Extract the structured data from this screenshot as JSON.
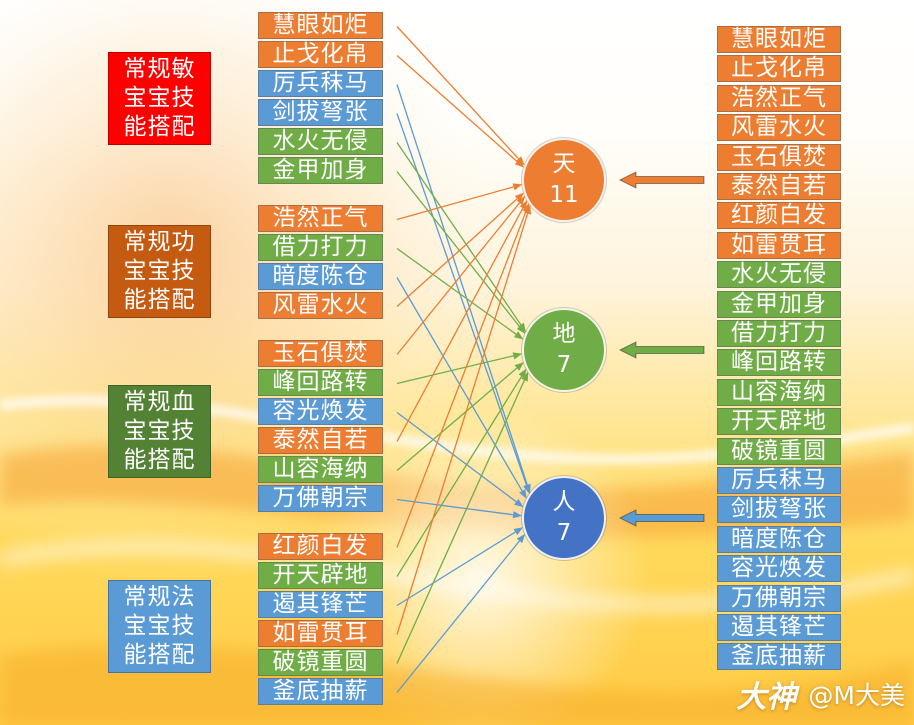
{
  "categories": [
    {
      "lines": [
        "常规敏",
        "宝宝技",
        "能搭配"
      ],
      "color": "#FF0000"
    },
    {
      "lines": [
        "常规功",
        "宝宝技",
        "能搭配"
      ],
      "color": "#C55A11"
    },
    {
      "lines": [
        "常规血",
        "宝宝技",
        "能搭配"
      ],
      "color": "#548235"
    },
    {
      "lines": [
        "常规法",
        "宝宝技",
        "能搭配"
      ],
      "color": "#5B9BD5"
    }
  ],
  "left_skills": [
    {
      "label": "慧眼如炬",
      "color": "#ED7D31",
      "to": 0
    },
    {
      "label": "止戈化帛",
      "color": "#ED7D31",
      "to": 0
    },
    {
      "label": "厉兵秣马",
      "color": "#5B9BD5",
      "to": 2
    },
    {
      "label": "剑拔弩张",
      "color": "#5B9BD5",
      "to": 2
    },
    {
      "label": "水火无侵",
      "color": "#70AD47",
      "to": 1
    },
    {
      "label": "金甲加身",
      "color": "#70AD47",
      "to": 1
    },
    {
      "label": "浩然正气",
      "color": "#ED7D31",
      "to": 0
    },
    {
      "label": "借力打力",
      "color": "#70AD47",
      "to": 1
    },
    {
      "label": "暗度陈仓",
      "color": "#5B9BD5",
      "to": 2
    },
    {
      "label": "风雷水火",
      "color": "#ED7D31",
      "to": 0
    },
    {
      "label": "玉石俱焚",
      "color": "#ED7D31",
      "to": 0
    },
    {
      "label": "峰回路转",
      "color": "#70AD47",
      "to": 1
    },
    {
      "label": "容光焕发",
      "color": "#5B9BD5",
      "to": 2
    },
    {
      "label": "泰然自若",
      "color": "#ED7D31",
      "to": 0
    },
    {
      "label": "山容海纳",
      "color": "#70AD47",
      "to": 1
    },
    {
      "label": "万佛朝宗",
      "color": "#5B9BD5",
      "to": 2
    },
    {
      "label": "红颜白发",
      "color": "#ED7D31",
      "to": 0
    },
    {
      "label": "开天辟地",
      "color": "#70AD47",
      "to": 1
    },
    {
      "label": "遏其锋芒",
      "color": "#5B9BD5",
      "to": 2
    },
    {
      "label": "如雷贯耳",
      "color": "#ED7D31",
      "to": 0
    },
    {
      "label": "破镜重圆",
      "color": "#70AD47",
      "to": 1
    },
    {
      "label": "釜底抽薪",
      "color": "#5B9BD5",
      "to": 2
    }
  ],
  "nodes": [
    {
      "name": "天",
      "count": "11",
      "color": "#ED7D31",
      "arrow_color": "#ED7D31"
    },
    {
      "name": "地",
      "count": "7",
      "color": "#70AD47",
      "arrow_color": "#70AD47"
    },
    {
      "name": "人",
      "count": "7",
      "color": "#4472C4",
      "arrow_color": "#5B9BD5"
    }
  ],
  "right_skills": [
    {
      "label": "慧眼如炬",
      "color": "#ED7D31"
    },
    {
      "label": "止戈化帛",
      "color": "#ED7D31"
    },
    {
      "label": "浩然正气",
      "color": "#ED7D31"
    },
    {
      "label": "风雷水火",
      "color": "#ED7D31"
    },
    {
      "label": "玉石俱焚",
      "color": "#ED7D31"
    },
    {
      "label": "泰然自若",
      "color": "#ED7D31"
    },
    {
      "label": "红颜白发",
      "color": "#ED7D31"
    },
    {
      "label": "如雷贯耳",
      "color": "#ED7D31"
    },
    {
      "label": "水火无侵",
      "color": "#70AD47"
    },
    {
      "label": "金甲加身",
      "color": "#70AD47"
    },
    {
      "label": "借力打力",
      "color": "#70AD47"
    },
    {
      "label": "峰回路转",
      "color": "#70AD47"
    },
    {
      "label": "山容海纳",
      "color": "#70AD47"
    },
    {
      "label": "开天辟地",
      "color": "#70AD47"
    },
    {
      "label": "破镜重圆",
      "color": "#70AD47"
    },
    {
      "label": "厉兵秣马",
      "color": "#5B9BD5"
    },
    {
      "label": "剑拔弩张",
      "color": "#5B9BD5"
    },
    {
      "label": "暗度陈仓",
      "color": "#5B9BD5"
    },
    {
      "label": "容光焕发",
      "color": "#5B9BD5"
    },
    {
      "label": "万佛朝宗",
      "color": "#5B9BD5"
    },
    {
      "label": "遏其锋芒",
      "color": "#5B9BD5"
    },
    {
      "label": "釜底抽薪",
      "color": "#5B9BD5"
    }
  ],
  "watermark": {
    "logo": "大神",
    "handle": "@M大美"
  }
}
